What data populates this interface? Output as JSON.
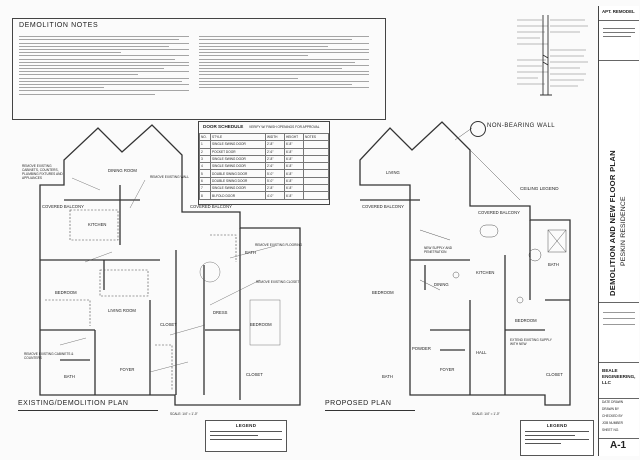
{
  "notes": {
    "title": "DEMOLITION NOTES"
  },
  "schedule": {
    "title": "DOOR SCHEDULE",
    "subtitle": "VERIFY W/ FINISH OPENINGS FOR APPROVAL",
    "headers": [
      "NO.",
      "STYLE",
      "WIDTH",
      "HEIGHT",
      "NOTES"
    ],
    "rows": [
      [
        "1",
        "SINGLE SWING DOOR",
        "2'-8\"",
        "6'-8\""
      ],
      [
        "2",
        "POCKET DOOR",
        "2'-6\"",
        "6'-8\""
      ],
      [
        "3",
        "SINGLE SWING DOOR",
        "2'-8\"",
        "6'-8\""
      ],
      [
        "4",
        "SINGLE SWING DOOR",
        "2'-6\"",
        "6'-8\""
      ],
      [
        "5",
        "DOUBLE SWING DOOR",
        "5'-0\"",
        "6'-8\""
      ],
      [
        "6",
        "DOUBLE SWING DOOR",
        "5'-0\"",
        "6'-8\""
      ],
      [
        "7",
        "SINGLE SWING DOOR",
        "2'-8\"",
        "6'-8\""
      ],
      [
        "8",
        "BI-FOLD DOOR",
        "4'-0\"",
        "6'-8\""
      ]
    ]
  },
  "plans": {
    "existing": {
      "title": "EXISTING/DEMOLITION PLAN",
      "scale": "SCALE: 1/4\" = 1'-0\"",
      "rooms": [
        "DINING ROOM",
        "KITCHEN",
        "COVERED BALCONY",
        "COVERED BALCONY",
        "BEDROOM",
        "LIVING ROOM",
        "BATH",
        "FOYER",
        "CLOSET",
        "DRESS",
        "BATH",
        "CLOSET",
        "BEDROOM"
      ],
      "callouts": [
        "REMOVE EXISTING CABINETS, COUNTERS, PLUMBING FIXTURES AND APPLIANCES",
        "REMOVE EXISTING WALL",
        "REMOVE EXISTING CLOSET",
        "REMOVE EXISTING FLOORING",
        "REMOVE EXISTING CABINETS & COUNTERS"
      ]
    },
    "proposed": {
      "title": "PROPOSED PLAN",
      "scale": "SCALE: 1/4\" = 1'-0\"",
      "rooms": [
        "LIVING",
        "DINING",
        "KITCHEN",
        "COVERED BALCONY",
        "COVERED BALCONY",
        "BEDROOM",
        "BATH",
        "POWDER",
        "FOYER",
        "HALL",
        "BATH",
        "CLOSET",
        "BEDROOM"
      ],
      "callouts": [
        "NON-BEARING WALL",
        "CEILING LEGEND",
        "NEW SUPPLY AND PENETRATION",
        "EXTEND EXISTING SUPPLY WITH NEW"
      ]
    }
  },
  "nonbearing": "NON-BEARING WALL",
  "ceiling_legend": "CEILING LEGEND",
  "legend_label": "LEGEND",
  "title_block": {
    "project_no": "APT. REMODEL",
    "main_title": "DEMOLITION AND NEW FLOOR PLAN",
    "residence": "PESKIN RESIDENCE",
    "engineer": "BEALE ENGINEERING, LLC",
    "date_drawn": "DATE DRAWN",
    "drawn_by": "DRAWN BY",
    "checked_by": "CHECKED BY",
    "job_number": "JOB NUMBER",
    "sheet_no": "SHEET NO.",
    "sheet": "A-1"
  }
}
